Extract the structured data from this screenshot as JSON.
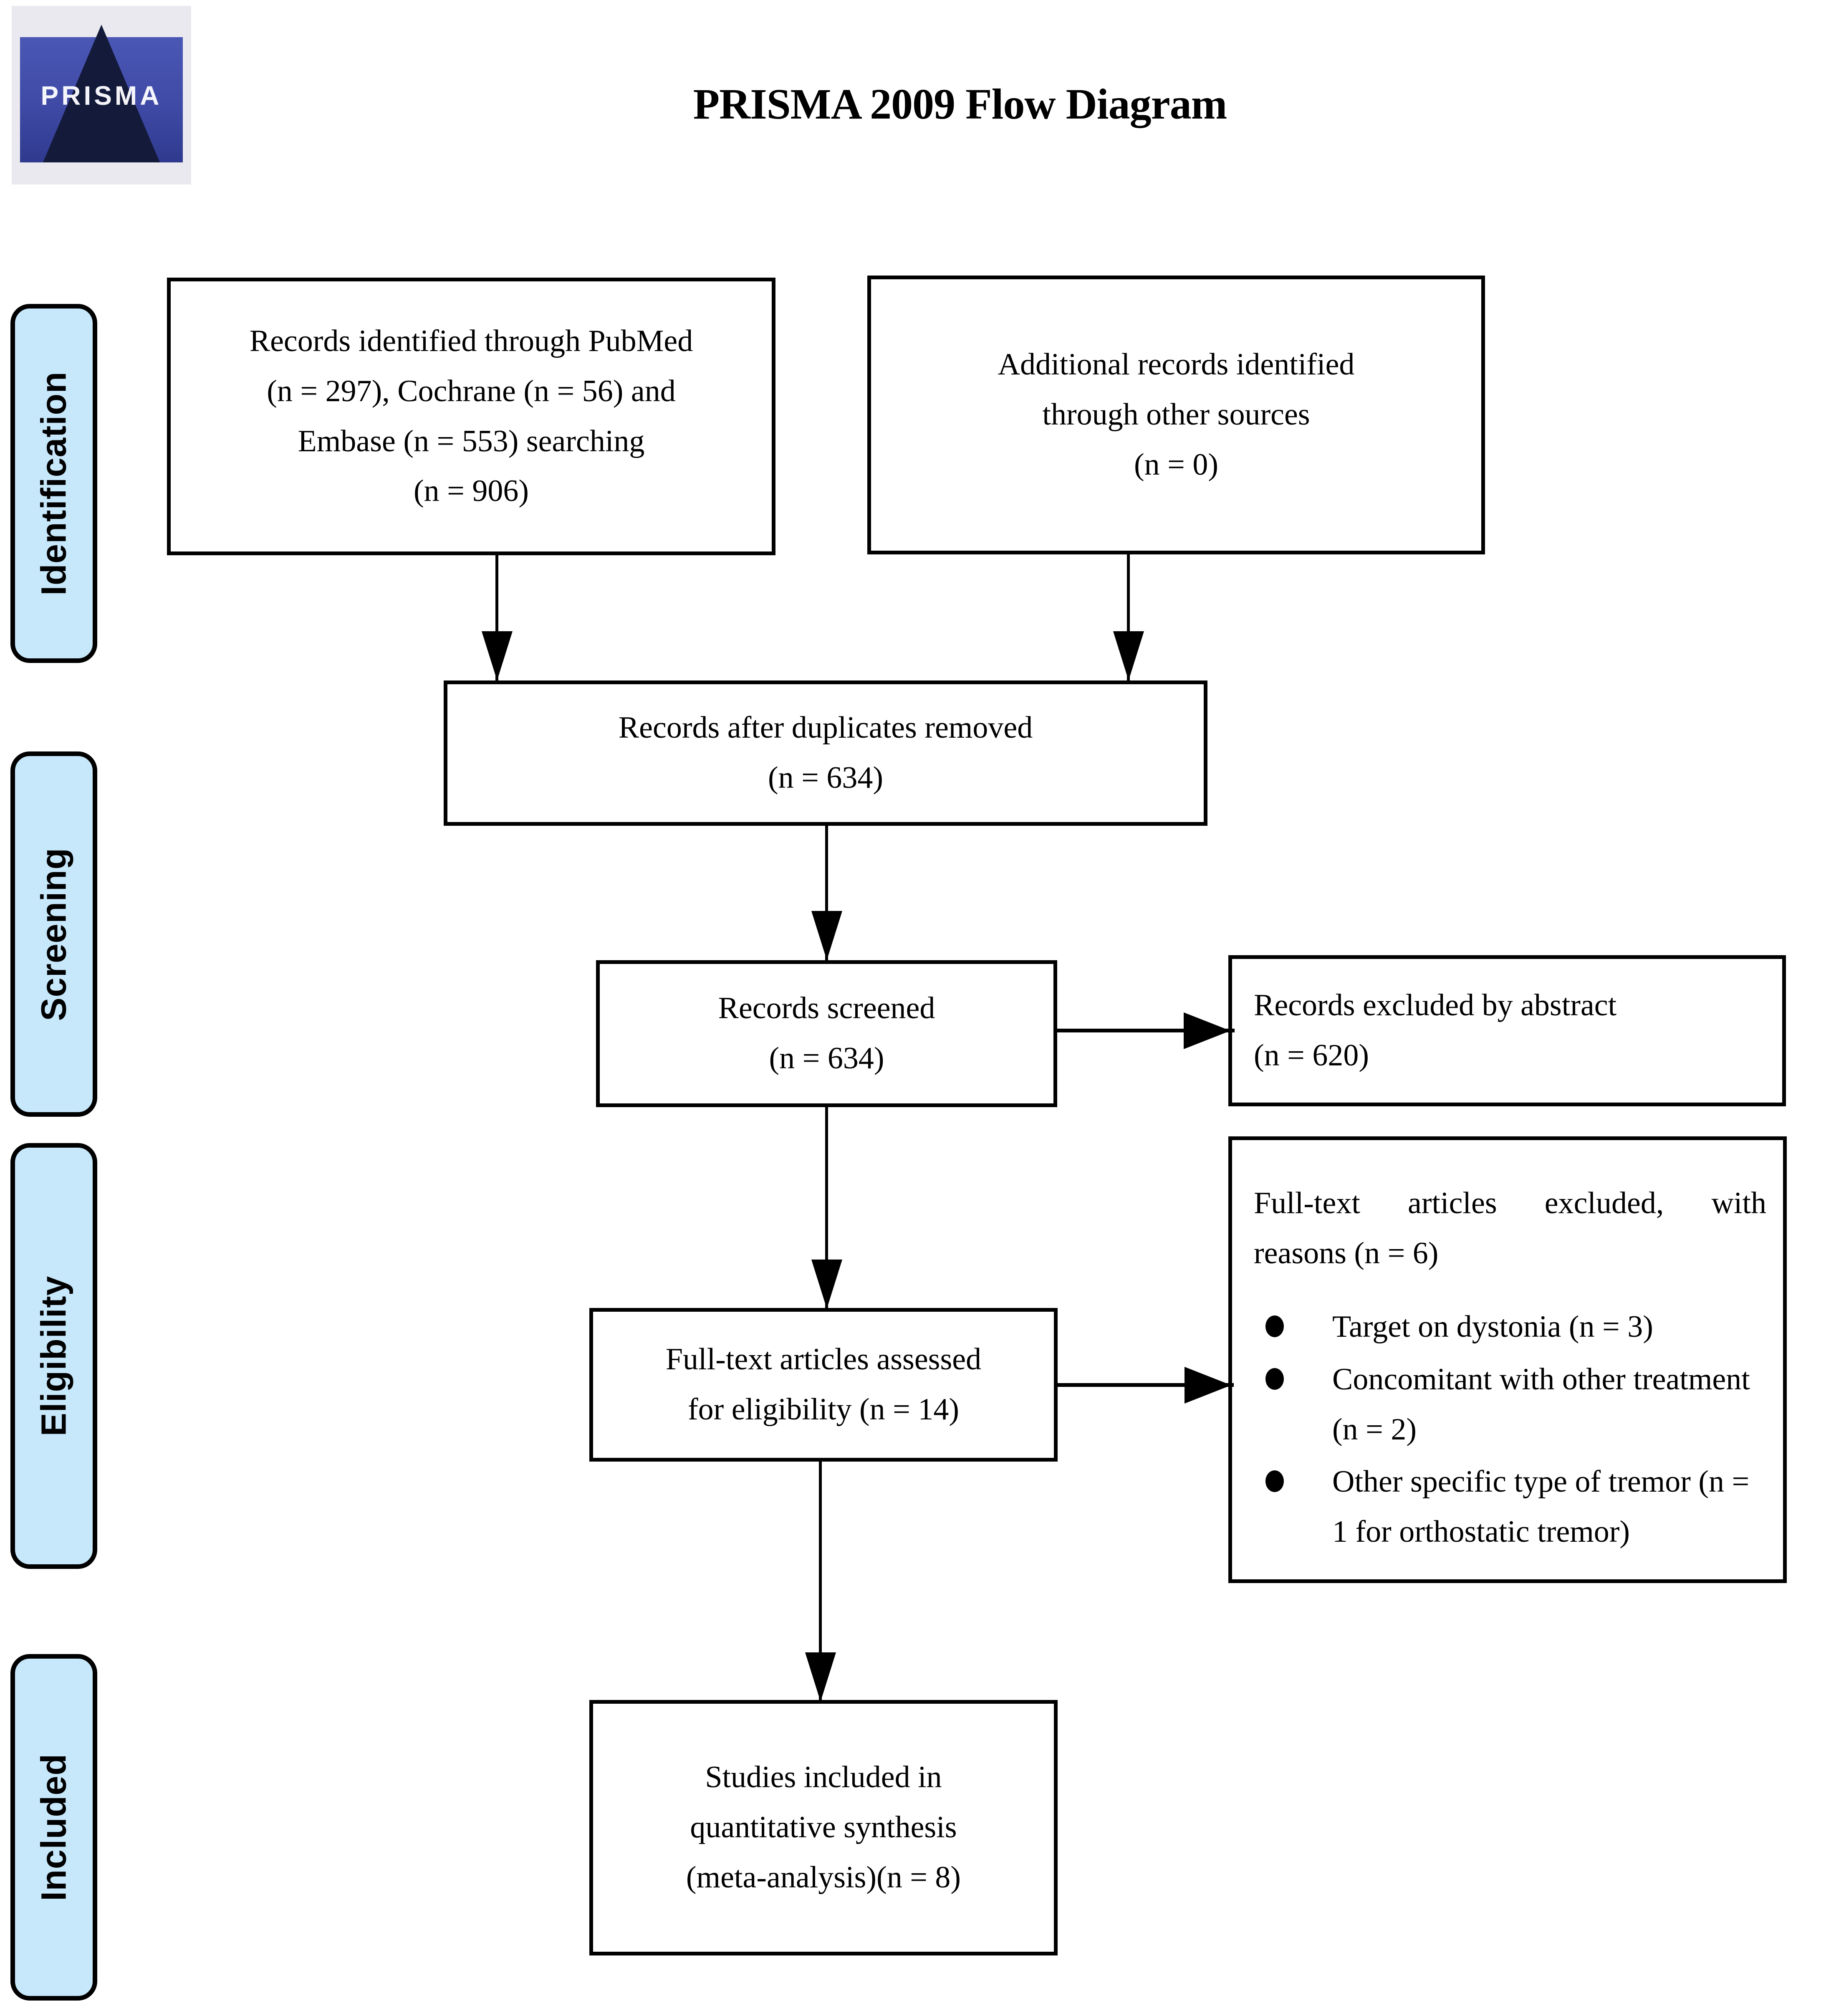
{
  "title": "PRISMA 2009 Flow Diagram",
  "logo": {
    "wordmark": "PRISMA",
    "name": "prisma-logo"
  },
  "colors": {
    "stage_fill": "#c7e7fb",
    "stage_border": "#000000",
    "box_border": "#000000",
    "text": "#000000"
  },
  "stages": [
    {
      "id": "identification",
      "label": "Identification"
    },
    {
      "id": "screening",
      "label": "Screening"
    },
    {
      "id": "eligibility",
      "label": "Eligibility"
    },
    {
      "id": "included",
      "label": "Included"
    }
  ],
  "boxes": {
    "identified": {
      "lines": [
        "Records identified through PubMed",
        "(n = 297), Cochrane (n = 56) and",
        "Embase (n = 553) searching",
        "(n = 906)"
      ]
    },
    "additional": {
      "lines": [
        "Additional records identified",
        "through other sources",
        "(n = 0)"
      ]
    },
    "dedup": {
      "lines": [
        "Records after duplicates removed",
        "(n = 634)"
      ]
    },
    "screened": {
      "lines": [
        "Records screened",
        "(n = 634)"
      ]
    },
    "excluded_abstract": {
      "lines": [
        "Records excluded by abstract",
        " (n = 620)"
      ]
    },
    "fulltext_assessed": {
      "lines": [
        "Full-text articles assessed",
        "for eligibility (n = 14)"
      ]
    },
    "excluded_reasons": {
      "heading_line1": "Full-text  articles  excluded,  with",
      "heading_line2": "reasons (n = 6)",
      "items": [
        "Target on dystonia (n = 3)",
        "Concomitant with other treatment (n = 2)",
        "Other specific type of tremor (n = 1 for orthostatic tremor)"
      ]
    },
    "included": {
      "lines": [
        "Studies included in",
        "quantitative synthesis",
        "(meta-analysis)(n = 8)"
      ]
    }
  },
  "chart_data": {
    "type": "diagram",
    "diagram_kind": "PRISMA 2009 flow diagram",
    "nodes": [
      {
        "id": "identified",
        "stage": "Identification",
        "n": 906,
        "text": "Records identified through PubMed (n = 297), Cochrane (n = 56) and Embase (n = 553) searching (n = 906)"
      },
      {
        "id": "additional",
        "stage": "Identification",
        "n": 0,
        "text": "Additional records identified through other sources (n = 0)"
      },
      {
        "id": "dedup",
        "stage": "Screening",
        "n": 634,
        "text": "Records after duplicates removed (n = 634)"
      },
      {
        "id": "screened",
        "stage": "Screening",
        "n": 634,
        "text": "Records screened (n = 634)"
      },
      {
        "id": "excluded_abstract",
        "stage": "Screening",
        "n": 620,
        "text": "Records excluded by abstract (n = 620)"
      },
      {
        "id": "fulltext_assessed",
        "stage": "Eligibility",
        "n": 14,
        "text": "Full-text articles assessed for eligibility (n = 14)"
      },
      {
        "id": "excluded_reasons",
        "stage": "Eligibility",
        "n": 6,
        "text": "Full-text articles excluded, with reasons (n = 6)"
      },
      {
        "id": "included",
        "stage": "Included",
        "n": 8,
        "text": "Studies included in quantitative synthesis (meta-analysis)(n = 8)"
      }
    ],
    "exclusion_reasons": [
      {
        "reason": "Target on dystonia",
        "n": 3
      },
      {
        "reason": "Concomitant with other treatment",
        "n": 2
      },
      {
        "reason": "Other specific type of tremor (orthostatic tremor)",
        "n": 1
      }
    ],
    "edges": [
      {
        "from": "identified",
        "to": "dedup"
      },
      {
        "from": "additional",
        "to": "dedup"
      },
      {
        "from": "dedup",
        "to": "screened"
      },
      {
        "from": "screened",
        "to": "excluded_abstract"
      },
      {
        "from": "screened",
        "to": "fulltext_assessed"
      },
      {
        "from": "fulltext_assessed",
        "to": "excluded_reasons"
      },
      {
        "from": "fulltext_assessed",
        "to": "included"
      }
    ]
  }
}
